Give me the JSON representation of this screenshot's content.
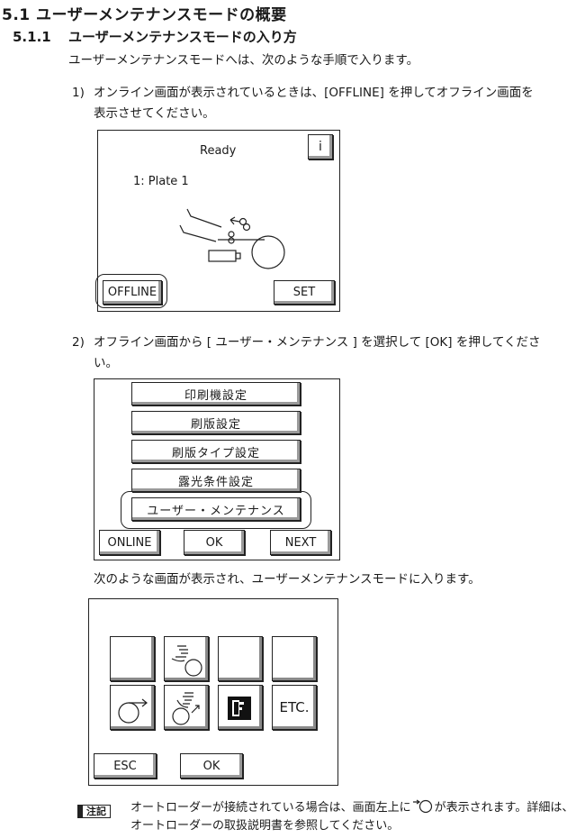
{
  "section": {
    "number": "5.1",
    "title": "ユーザーメンテナンスモードの概要"
  },
  "subsection": {
    "number": "5.1.1",
    "title": "ユーザーメンテナンスモードの入り方"
  },
  "intro": "ユーザーメンテナンスモードへは、次のような手順で入ります。",
  "step1": {
    "marker": "1)",
    "line1": "オンライン画面が表示されているときは、[OFFLINE] を押してオフライン画面を",
    "line2": "表示させてください。"
  },
  "screen1": {
    "status": "Ready",
    "plate": "1: Plate 1",
    "info_label": "i",
    "offline_label": "OFFLINE",
    "set_label": "SET"
  },
  "step2": {
    "marker": "2)",
    "line1": "オフライン画面から [ ユーザー・メンテナンス ] を選択して [OK] を押してくださ",
    "line2": "い。"
  },
  "screen2": {
    "menu": [
      "印刷機設定",
      "刷版設定",
      "刷版タイプ設定",
      "露光条件設定",
      "ユーザー・メンテナンス"
    ],
    "online_label": "ONLINE",
    "ok_label": "OK",
    "next_label": "NEXT"
  },
  "result_text": "次のような画面が表示され、ユーザーメンテナンスモードに入ります。",
  "screen3": {
    "etc_label": "ETC.",
    "esc_label": "ESC",
    "ok_label": "OK"
  },
  "note": {
    "label": "注記",
    "line1_a": "オートローダーが接続されている場合は、画面左上に",
    "line1_b": "が表示されます。詳細は、",
    "line2": "オートローダーの取扱説明書を参照してください。"
  }
}
